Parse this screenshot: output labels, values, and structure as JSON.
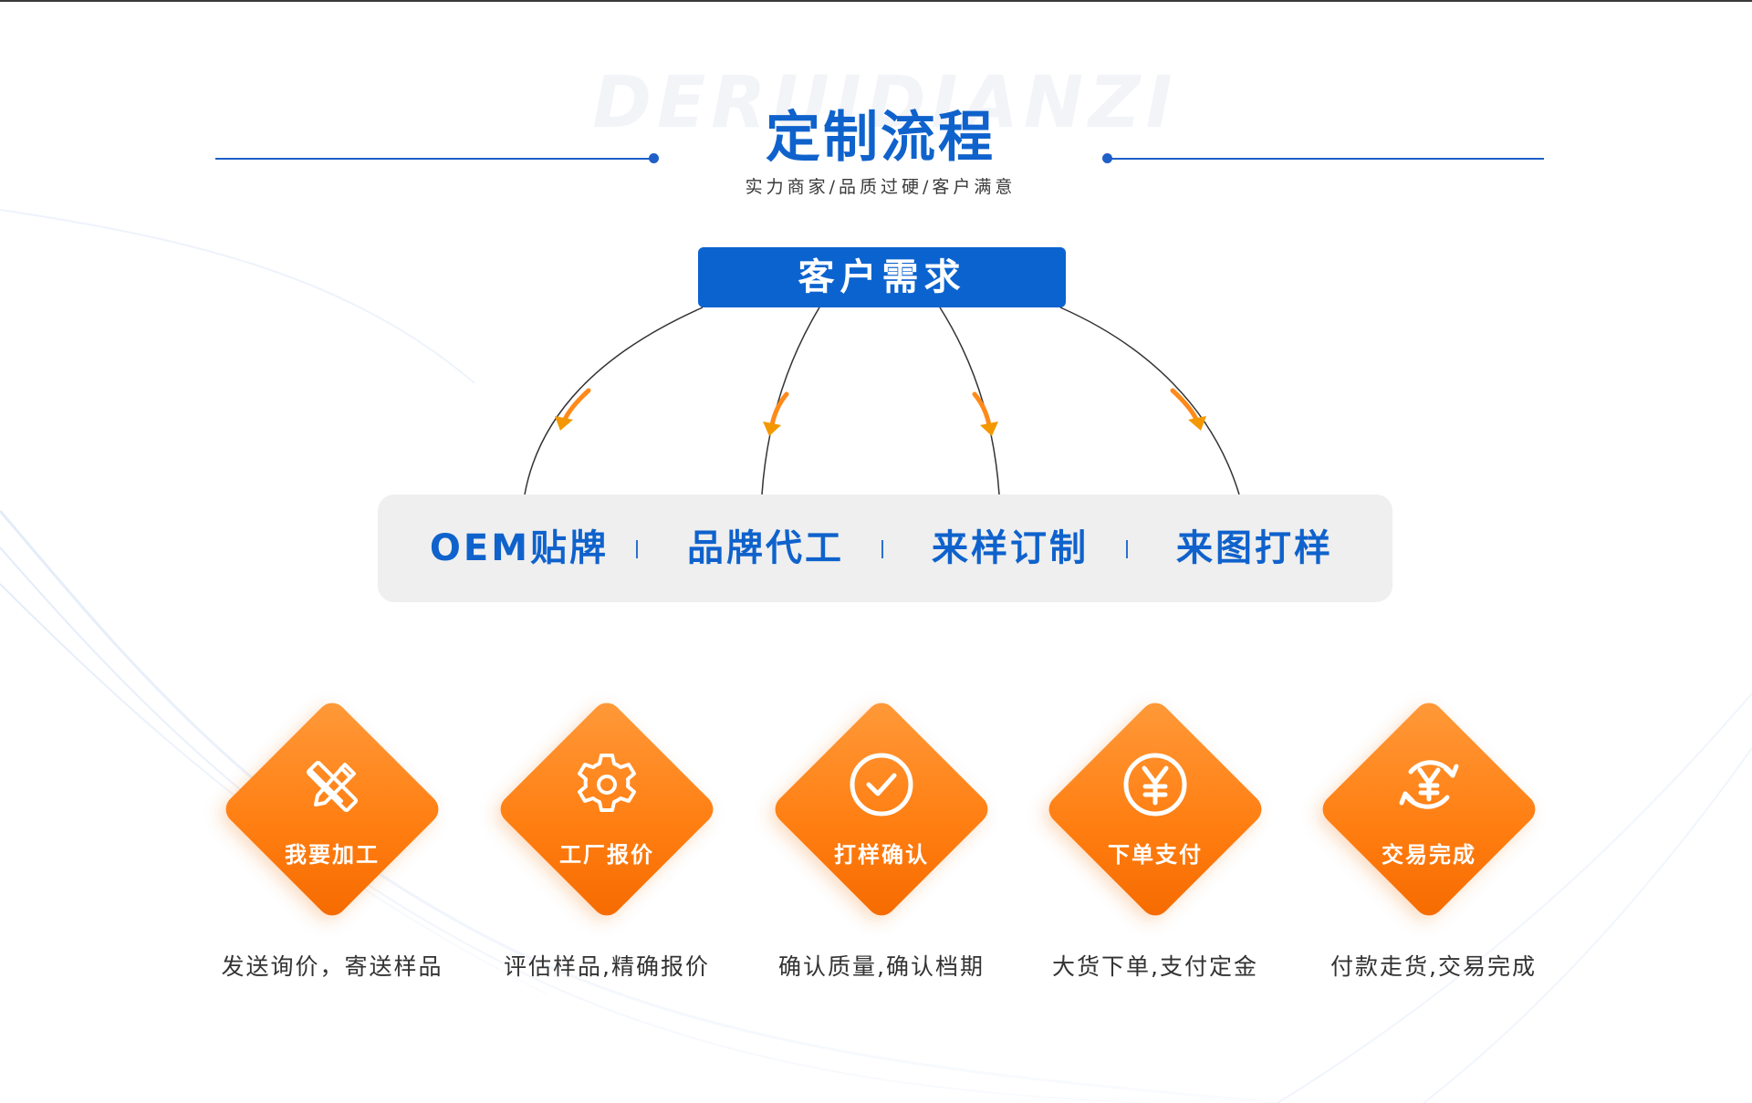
{
  "header": {
    "watermark": "DERUIDIANZI",
    "title": "定制流程",
    "subtitle": "实力商家/品质过硬/客户满意"
  },
  "customer_need": {
    "label": "客户需求"
  },
  "options": [
    {
      "label": "OEM贴牌"
    },
    {
      "label": "品牌代工"
    },
    {
      "label": "来样订制"
    },
    {
      "label": "来图打样"
    }
  ],
  "steps": [
    {
      "label": "我要加工",
      "desc": "发送询价，寄送样品",
      "icon": "pencil-ruler-icon"
    },
    {
      "label": "工厂报价",
      "desc": "评估样品,精确报价",
      "icon": "gear-icon"
    },
    {
      "label": "打样确认",
      "desc": "确认质量,确认档期",
      "icon": "check-circle-icon"
    },
    {
      "label": "下单支付",
      "desc": "大货下单,支付定金",
      "icon": "yen-coin-icon"
    },
    {
      "label": "交易完成",
      "desc": "付款走货,交易完成",
      "icon": "yen-cycle-icon"
    }
  ],
  "colors": {
    "brand_blue": "#0f62cc",
    "accent_orange": "#ff7d10",
    "option_panel_bg": "#efefef"
  }
}
